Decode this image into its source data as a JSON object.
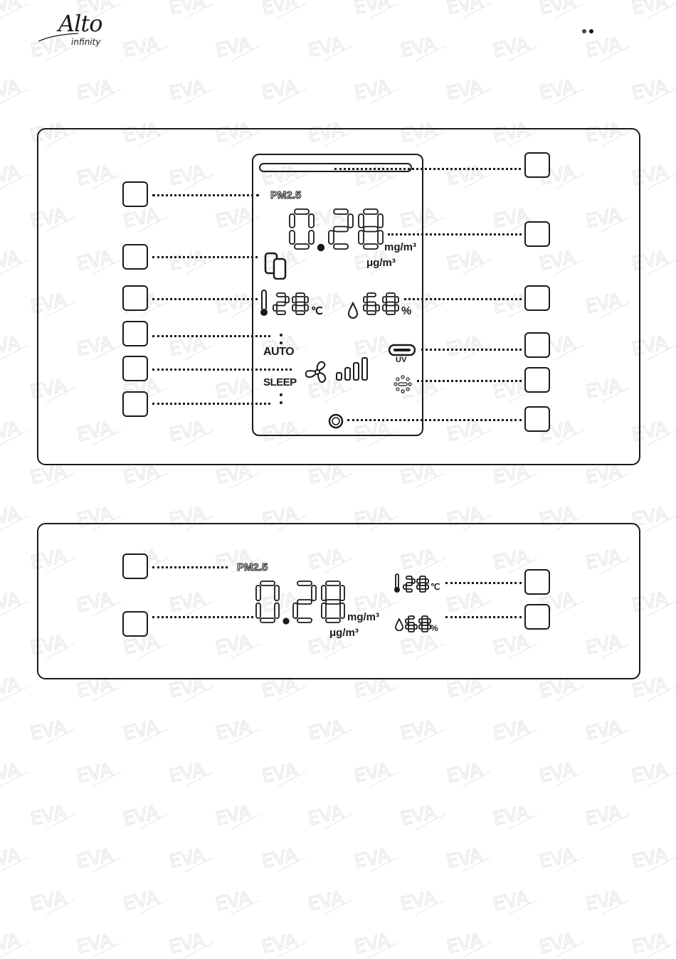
{
  "brand": {
    "name": "Alto",
    "tagline": "infinity",
    "watermark_text": "EVA"
  },
  "pager": {
    "dots": 2,
    "active_color": "#2c4a7c"
  },
  "display_full": {
    "pm_label": "PM2.5",
    "pm_value": "0.28",
    "unit_mg": "mg/m³",
    "unit_ug": "μg/m³",
    "temp_value": "28",
    "temp_unit": "℃",
    "humidity_value": "68",
    "humidity_unit": "%",
    "mode_auto": "AUTO",
    "mode_sleep": "SLEEP",
    "uv_label": "UV",
    "fan_levels": 4
  },
  "display_compact": {
    "pm_label": "PM2.5",
    "pm_value": "0.28",
    "unit_mg": "mg/m³",
    "unit_ug": "μg/m³",
    "temp_value": "28",
    "temp_unit": "℃",
    "humidity_value": "68",
    "humidity_unit": "%"
  },
  "colors": {
    "stroke": "#1a1a1a",
    "watermark": "#e6e6e6"
  }
}
